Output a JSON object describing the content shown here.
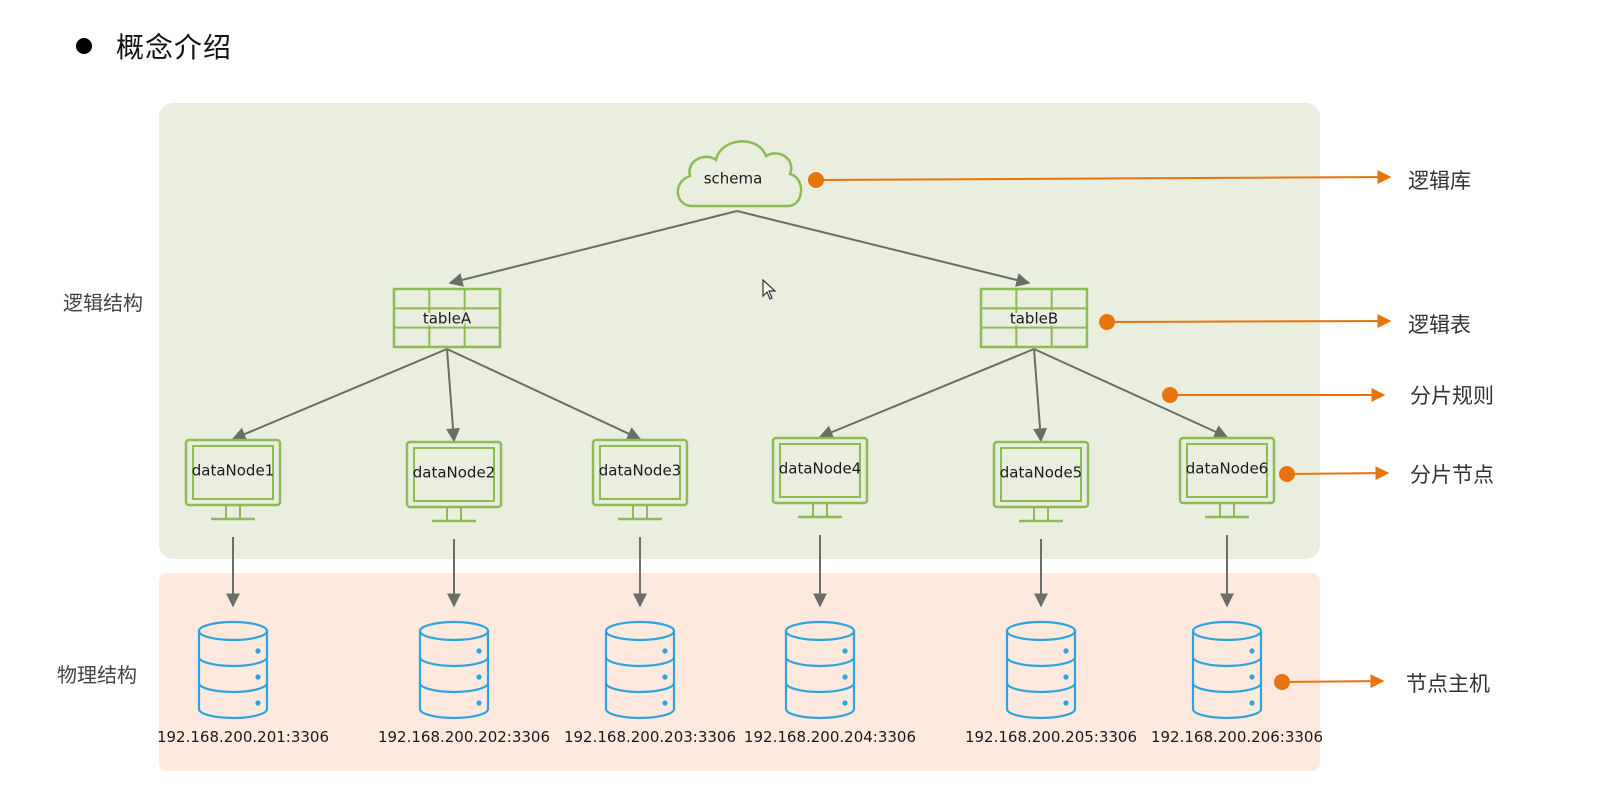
{
  "heading": {
    "bullet": "●",
    "title": "概念介绍"
  },
  "sections": {
    "logical": "逻辑结构",
    "physical": "物理结构"
  },
  "schema": {
    "label": "schema",
    "icon": "cloud-icon"
  },
  "tables": [
    {
      "label": "tableA",
      "icon": "table-grid-icon"
    },
    {
      "label": "tableB",
      "icon": "table-grid-icon"
    }
  ],
  "dataNodes": [
    {
      "label": "dataNode1",
      "table": "tableA",
      "icon": "monitor-icon"
    },
    {
      "label": "dataNode2",
      "table": "tableA",
      "icon": "monitor-icon"
    },
    {
      "label": "dataNode3",
      "table": "tableA",
      "icon": "monitor-icon"
    },
    {
      "label": "dataNode4",
      "table": "tableB",
      "icon": "monitor-icon"
    },
    {
      "label": "dataNode5",
      "table": "tableB",
      "icon": "monitor-icon"
    },
    {
      "label": "dataNode6",
      "table": "tableB",
      "icon": "monitor-icon"
    }
  ],
  "hosts": [
    {
      "address": "192.168.200.201:3306",
      "icon": "database-icon"
    },
    {
      "address": "192.168.200.202:3306",
      "icon": "database-icon"
    },
    {
      "address": "192.168.200.203:3306",
      "icon": "database-icon"
    },
    {
      "address": "192.168.200.204:3306",
      "icon": "database-icon"
    },
    {
      "address": "192.168.200.205:3306",
      "icon": "database-icon"
    },
    {
      "address": "192.168.200.206:3306",
      "icon": "database-icon"
    }
  ],
  "legend": [
    {
      "label": "逻辑库",
      "points_to": "schema"
    },
    {
      "label": "逻辑表",
      "points_to": "tableB"
    },
    {
      "label": "分片规则",
      "points_to": "tableB-dataNode edges"
    },
    {
      "label": "分片节点",
      "points_to": "dataNode6"
    },
    {
      "label": "节点主机",
      "points_to": "host 6"
    }
  ],
  "colors": {
    "node_green": "#8dbb55",
    "edge_gray": "#6b6e68",
    "annotation_orange": "#e8740f",
    "db_blue": "#2ea3dc",
    "logical_bg": "#eaeedf",
    "physical_bg": "#fde9de"
  }
}
